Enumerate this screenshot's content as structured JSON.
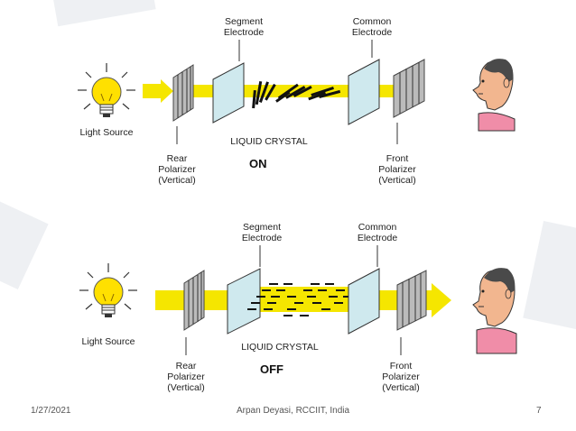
{
  "diagram_on": {
    "segment_electrode": [
      "Segment",
      "Electrode"
    ],
    "common_electrode": [
      "Common",
      "Electrode"
    ],
    "light_source": "Light Source",
    "liquid_crystal": "LIQUID CRYSTAL",
    "state": "ON",
    "rear_polarizer": [
      "Rear",
      "Polarizer",
      "(Vertical)"
    ],
    "front_polarizer": [
      "Front",
      "Polarizer",
      "(Vertical)"
    ]
  },
  "diagram_off": {
    "segment_electrode": [
      "Segment",
      "Electrode"
    ],
    "common_electrode": [
      "Common",
      "Electrode"
    ],
    "light_source": "Light Source",
    "liquid_crystal": "LIQUID CRYSTAL",
    "state": "OFF",
    "rear_polarizer": [
      "Rear",
      "Polarizer",
      "(Vertical)"
    ],
    "front_polarizer": [
      "Front",
      "Polarizer",
      "(Vertical)"
    ]
  },
  "footer": {
    "date": "1/27/2021",
    "author": "Arpan Deyasi, RCCIIT, India",
    "page": "7"
  },
  "colors": {
    "light_beam": "#f5e600",
    "bulb": "#ffe000",
    "skin": "#f2b68f",
    "shirt": "#f08da8",
    "hair": "#4a4a4a",
    "glass": "#cfe9ee"
  }
}
